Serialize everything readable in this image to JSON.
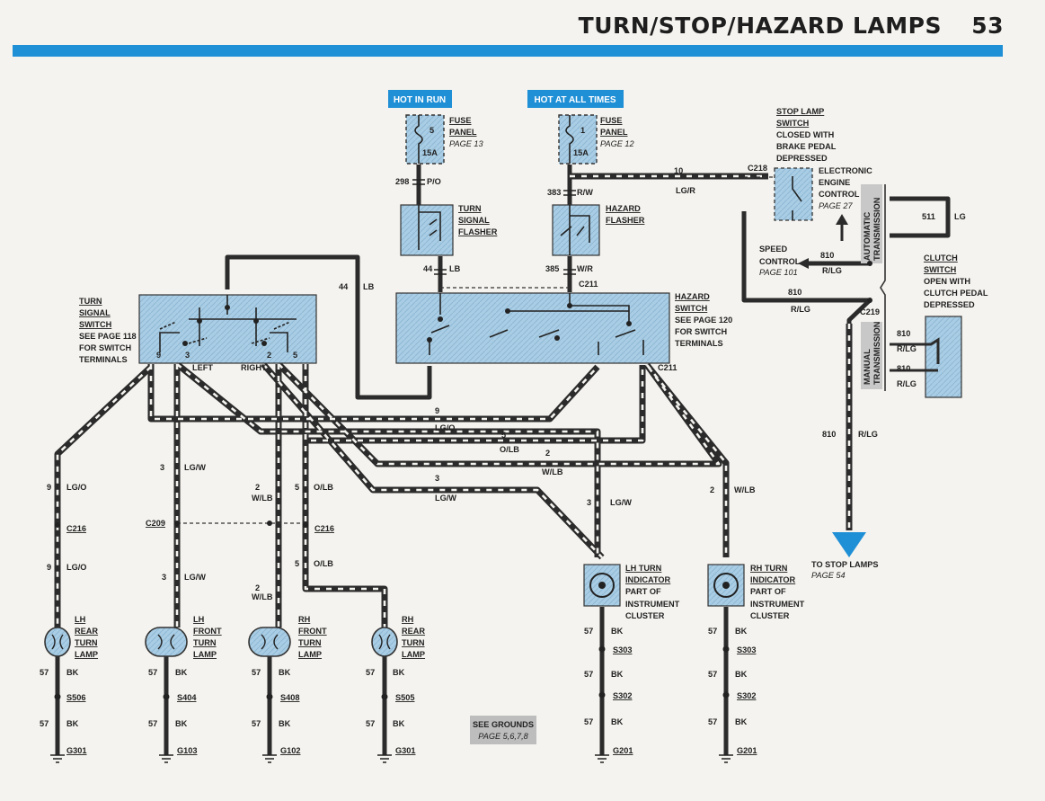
{
  "header": {
    "title": "TURN/STOP/HAZARD LAMPS",
    "page_number": "53"
  },
  "colors": {
    "accent_blue": "#1f8fd6",
    "component_fill": "#a9cde4",
    "wire": "#2b2b2b"
  },
  "power": {
    "hot_in_run": "HOT IN RUN",
    "hot_at_all_times": "HOT AT ALL TIMES",
    "fuse_run": {
      "number": "5",
      "rating": "15A",
      "l1": "FUSE",
      "l2": "PANEL",
      "ref": "PAGE 13"
    },
    "fuse_all": {
      "number": "1",
      "rating": "15A",
      "l1": "FUSE",
      "l2": "PANEL",
      "ref": "PAGE 12"
    }
  },
  "components": {
    "turn_flasher": [
      "TURN",
      "SIGNAL",
      "FLASHER"
    ],
    "hazard_flasher": [
      "HAZARD",
      "FLASHER"
    ],
    "turn_switch": {
      "lines": [
        "TURN",
        "SIGNAL",
        "SWITCH"
      ],
      "see": "SEE PAGE 118",
      "for1": "FOR SWITCH",
      "for2": "TERMINALS",
      "t9": "9",
      "t3": "3",
      "t2": "2",
      "t5": "5",
      "left": "LEFT",
      "right": "RIGHT"
    },
    "hazard_switch": {
      "lines": [
        "HAZARD",
        "SWITCH"
      ],
      "see": "SEE PAGE 120",
      "for1": "FOR SWITCH",
      "for2": "TERMINALS"
    },
    "stop_lamp_switch": [
      "STOP LAMP",
      "SWITCH",
      "CLOSED WITH",
      "BRAKE PEDAL",
      "DEPRESSED"
    ],
    "eec": [
      "ELECTRONIC",
      "ENGINE",
      "CONTROL",
      "PAGE 27"
    ],
    "speed_control": [
      "SPEED",
      "CONTROL",
      "PAGE 101"
    ],
    "auto_trans": [
      "AUTOMATIC",
      "TRANSMISSION"
    ],
    "manual_trans": [
      "MANUAL",
      "TRANSMISSION"
    ],
    "clutch_switch": [
      "CLUTCH",
      "SWITCH",
      "OPEN WITH",
      "CLUTCH PEDAL",
      "DEPRESSED"
    ],
    "to_stop": [
      "TO STOP LAMPS",
      "PAGE 54"
    ],
    "lh_indicator": [
      "LH TURN",
      "INDICATOR",
      "PART OF",
      "INSTRUMENT",
      "CLUSTER"
    ],
    "rh_indicator": [
      "RH TURN",
      "INDICATOR",
      "PART OF",
      "INSTRUMENT",
      "CLUSTER"
    ],
    "lh_rear": [
      "LH",
      "REAR",
      "TURN",
      "LAMP"
    ],
    "lh_front": [
      "LH",
      "FRONT",
      "TURN",
      "LAMP"
    ],
    "rh_front": [
      "RH",
      "FRONT",
      "TURN",
      "LAMP"
    ],
    "rh_rear": [
      "RH",
      "REAR",
      "TURN",
      "LAMP"
    ],
    "see_grounds": [
      "SEE GROUNDS",
      "PAGE 5,6,7,8"
    ]
  },
  "connectors": {
    "c218": "C218",
    "c211": "C211",
    "c219": "C219",
    "c216": "C216",
    "c209": "C209"
  },
  "wires": {
    "w298": "298",
    "po": "P/O",
    "w383": "383",
    "rw": "R/W",
    "w10": "10",
    "lgr": "LG/R",
    "w44": "44",
    "lb": "LB",
    "w385": "385",
    "wr": "W/R",
    "w511": "511",
    "lg": "LG",
    "w810": "810",
    "rlg": "R/LG",
    "w9": "9",
    "lgo": "LG/O",
    "w5": "5",
    "olb": "O/LB",
    "w2": "2",
    "wlb": "W/LB",
    "w3": "3",
    "lgw": "LG/W",
    "w57": "57",
    "bk": "BK"
  },
  "splices": {
    "s506": "S506",
    "s404": "S404",
    "s408": "S408",
    "s505": "S505",
    "s303": "S303",
    "s302": "S302"
  },
  "grounds": {
    "g301": "G301",
    "g103": "G103",
    "g102": "G102",
    "g201": "G201"
  }
}
